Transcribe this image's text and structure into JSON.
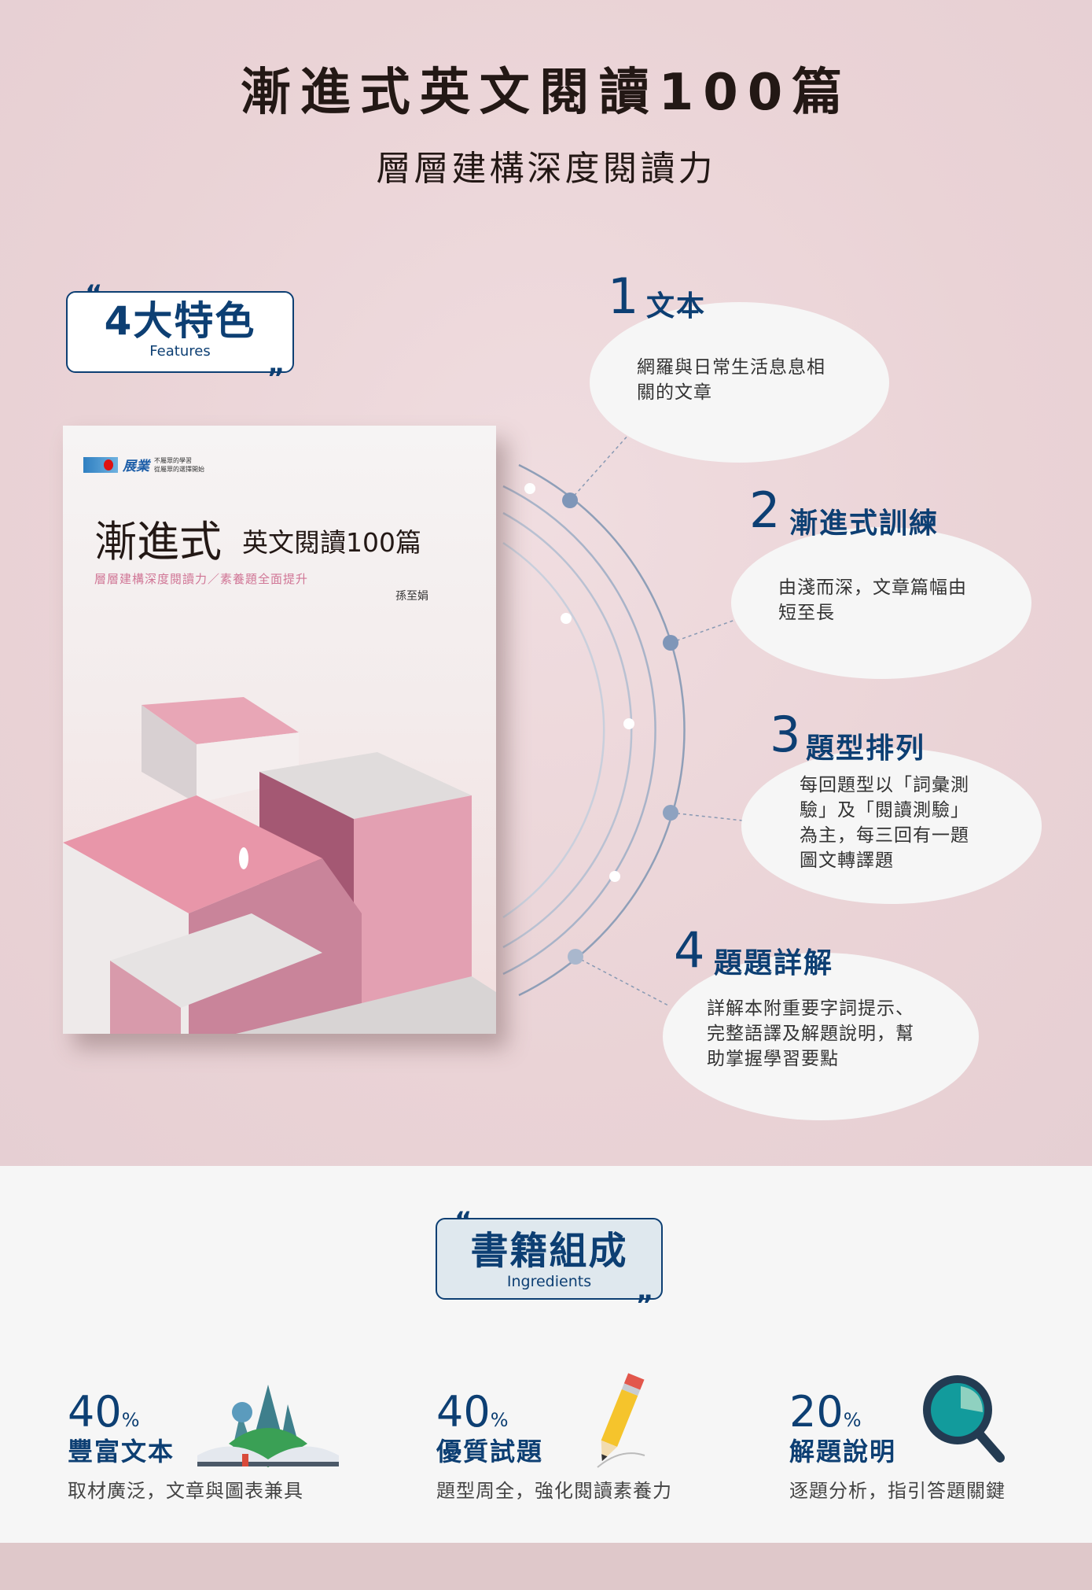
{
  "header": {
    "title": "漸進式英文閱讀100篇",
    "subtitle": "層層建構深度閱讀力"
  },
  "features_badge": {
    "title": "4大特色",
    "subtitle": "Features",
    "open_quote": "“",
    "close_quote": "”"
  },
  "book_cover": {
    "publisher": "展業",
    "publisher_slogan": [
      "不屬眾的學習",
      "從屬眾的選擇開始"
    ],
    "title_main": "漸進式",
    "title_rest": "英文閱讀100篇",
    "subtitle": "層層建構深度閱讀力／素養題全面提升",
    "author": "孫至娟"
  },
  "features": [
    {
      "number": "1",
      "title": "文本",
      "text": [
        "網羅與日常生活息息相",
        "關的文章"
      ]
    },
    {
      "number": "2",
      "title": "漸進式訓練",
      "text": [
        "由淺而深，文章篇幅由",
        "短至長"
      ]
    },
    {
      "number": "3",
      "title": "題型排列",
      "text": [
        "每回題型以「詞彙測",
        "驗」及「閱讀測驗」",
        "為主，每三回有一題",
        "圖文轉譯題"
      ]
    },
    {
      "number": "4",
      "title": "題題詳解",
      "text": [
        "詳解本附重要字詞提示、",
        "完整語譯及解題說明，幫",
        "助掌握學習要點"
      ]
    }
  ],
  "ingredients_badge": {
    "title": "書籍組成",
    "subtitle": "Ingredients",
    "open_quote": "“",
    "close_quote": "”"
  },
  "ingredients": [
    {
      "percent": "40",
      "unit": "%",
      "label": "豐富文本",
      "desc": "取材廣泛，文章與圖表兼具",
      "icon": "open-book-icon"
    },
    {
      "percent": "40",
      "unit": "%",
      "label": "優質試題",
      "desc": "題型周全，強化閱讀素養力",
      "icon": "pencil-icon"
    },
    {
      "percent": "20",
      "unit": "%",
      "label": "解題說明",
      "desc": "逐題分析，指引答題關鍵",
      "icon": "magnifier-chart-icon"
    }
  ],
  "colors": {
    "navy": "#0d3f73",
    "pink_bg": "#ead3d6",
    "light_bg": "#f6f6f6"
  }
}
